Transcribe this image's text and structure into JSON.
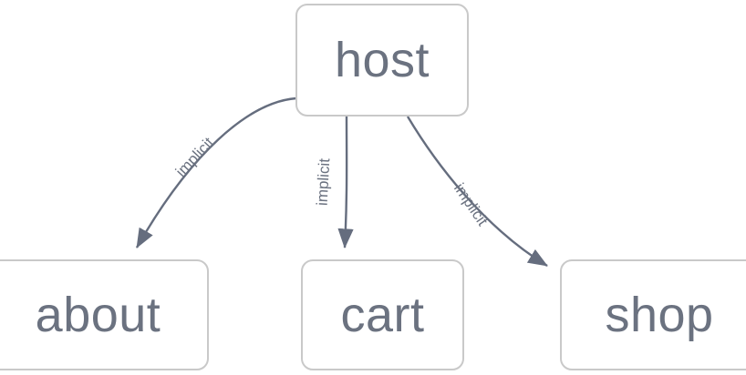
{
  "diagram": {
    "type": "directed-graph",
    "background_color": "#ffffff",
    "node_border_color": "#c9c9c9",
    "node_fill_color": "#ffffff",
    "text_color": "#6b7280",
    "edge_color": "#656d7e",
    "nodes": [
      {
        "id": "host",
        "label": "host"
      },
      {
        "id": "about",
        "label": "about"
      },
      {
        "id": "cart",
        "label": "cart"
      },
      {
        "id": "shop",
        "label": "shop"
      }
    ],
    "edges": [
      {
        "from": "host",
        "to": "about",
        "label": "implicit"
      },
      {
        "from": "host",
        "to": "cart",
        "label": "implicit"
      },
      {
        "from": "host",
        "to": "shop",
        "label": "implicit"
      }
    ]
  }
}
